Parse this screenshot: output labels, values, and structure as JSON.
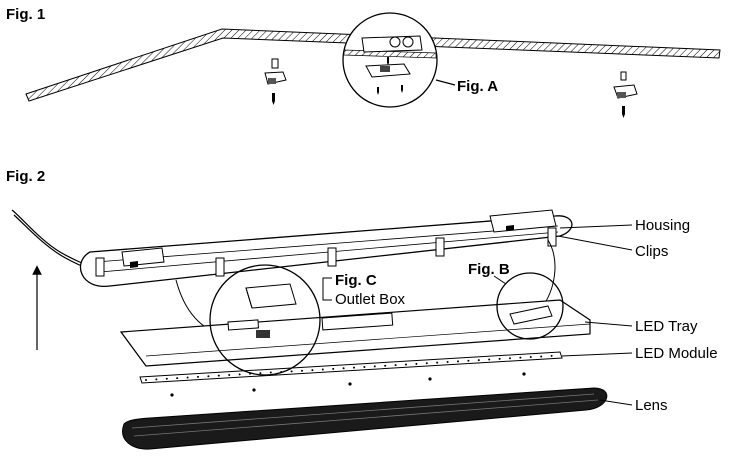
{
  "fig1": {
    "title": "Fig. 1",
    "callout_a": "Fig. A"
  },
  "fig2": {
    "title": "Fig. 2",
    "callout_b": "Fig. B",
    "callout_c": "Fig. C",
    "outlet_box": "Outlet Box",
    "labels": {
      "housing": "Housing",
      "clips": "Clips",
      "led_tray": "LED Tray",
      "led_module": "LED Module",
      "lens": "Lens"
    }
  },
  "colors": {
    "line": "#000000",
    "fill": "#ffffff",
    "shade": "#cfcfcf",
    "lens": "#1a1a1a"
  }
}
